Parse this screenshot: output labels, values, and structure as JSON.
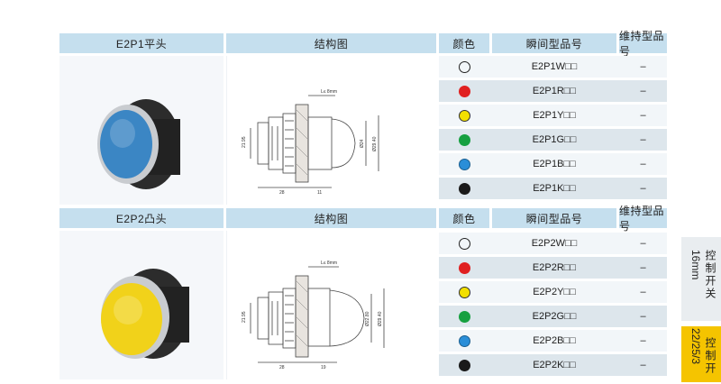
{
  "blocks": [
    {
      "model_header": "E2P1平头",
      "structure_header": "结构图",
      "color_header": "颜色",
      "momentary_header": "瞬间型品号",
      "maintained_header": "维持型品号",
      "cap_color": "#3b86c4",
      "rows": [
        {
          "color_name": "white-dot",
          "color": "#ffffff",
          "momentary": "E2P1W□□",
          "maintained": "–"
        },
        {
          "color_name": "red-dot",
          "color": "#e02020",
          "momentary": "E2P1R□□",
          "maintained": "–"
        },
        {
          "color_name": "yellow-dot",
          "color": "#f3e000",
          "momentary": "E2P1Y□□",
          "maintained": "–"
        },
        {
          "color_name": "green-dot",
          "color": "#16a040",
          "momentary": "E2P1G□□",
          "maintained": "–"
        },
        {
          "color_name": "blue-dot",
          "color": "#2a8ed8",
          "momentary": "E2P1B□□",
          "maintained": "–"
        },
        {
          "color_name": "black-dot",
          "color": "#1a1a1a",
          "momentary": "E2P1K□□",
          "maintained": "–"
        }
      ],
      "drawing": {
        "top_dim": "L≤ 8mm",
        "left_dim": "21.95",
        "d1": "Ø24",
        "d2": "Ø29.40",
        "bottom_left": "28",
        "bottom_right": "11"
      }
    },
    {
      "model_header": "E2P2凸头",
      "structure_header": "结构图",
      "color_header": "颜色",
      "momentary_header": "瞬间型品号",
      "maintained_header": "维持型品号",
      "cap_color": "#f1d21a",
      "rows": [
        {
          "color_name": "white-dot",
          "color": "#ffffff",
          "momentary": "E2P2W□□",
          "maintained": "–"
        },
        {
          "color_name": "red-dot",
          "color": "#e02020",
          "momentary": "E2P2R□□",
          "maintained": "–"
        },
        {
          "color_name": "yellow-dot",
          "color": "#f3e000",
          "momentary": "E2P2Y□□",
          "maintained": "–"
        },
        {
          "color_name": "green-dot",
          "color": "#16a040",
          "momentary": "E2P2G□□",
          "maintained": "–"
        },
        {
          "color_name": "blue-dot",
          "color": "#2a8ed8",
          "momentary": "E2P2B□□",
          "maintained": "–"
        },
        {
          "color_name": "black-dot",
          "color": "#1a1a1a",
          "momentary": "E2P2K□□",
          "maintained": "–"
        }
      ],
      "drawing": {
        "top_dim": "L≤ 8mm",
        "left_dim": "21.95",
        "d1": "Ø22.80",
        "d2": "Ø29.40",
        "bottom_left": "28",
        "bottom_right": "19"
      }
    }
  ],
  "side_tabs": {
    "tab1_title": "控制开关",
    "tab1_sub": "16mm",
    "tab2_title": "控制开",
    "tab2_sub": "22/25/3"
  }
}
